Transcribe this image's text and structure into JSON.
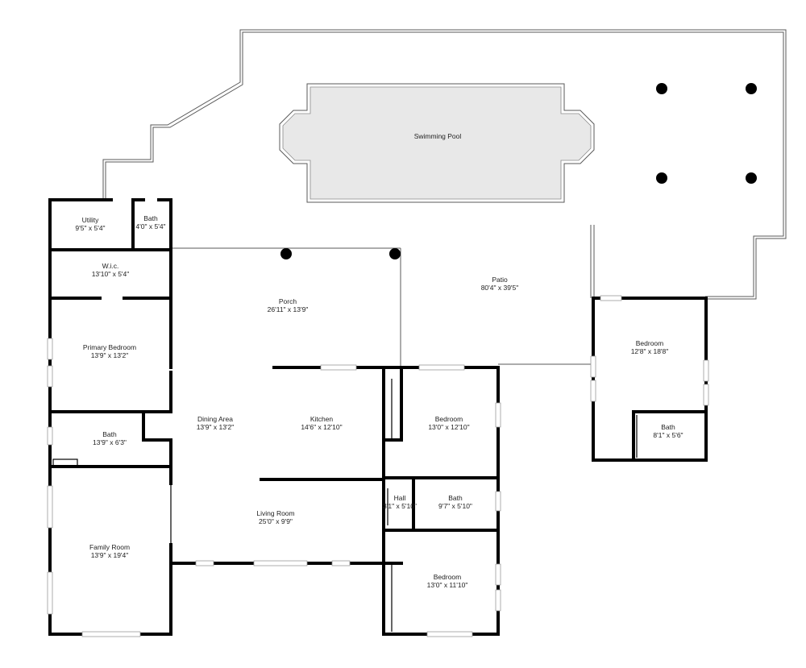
{
  "plan": {
    "colors": {
      "wall": "#000000",
      "outline": "#5a5a5a",
      "pool_fill": "#e8e8e8",
      "background": "#ffffff"
    },
    "rooms": {
      "swimming_pool": {
        "name": "Swimming Pool",
        "dims": ""
      },
      "patio": {
        "name": "Patio",
        "dims": "80'4\" x 39'5\""
      },
      "utility": {
        "name": "Utility",
        "dims": "9'5\" x 5'4\""
      },
      "bath_top": {
        "name": "Bath",
        "dims": "4'0\" x 5'4\""
      },
      "wic": {
        "name": "W.i.c.",
        "dims": "13'10\" x 5'4\""
      },
      "porch": {
        "name": "Porch",
        "dims": "26'11\" x 13'9\""
      },
      "primary_bedroom": {
        "name": "Primary Bedroom",
        "dims": "13'9\" x 13'2\""
      },
      "dining_area": {
        "name": "Dining Area",
        "dims": "13'9\" x 13'2\""
      },
      "kitchen": {
        "name": "Kitchen",
        "dims": "14'6\" x 12'10\""
      },
      "bedroom_mid": {
        "name": "Bedroom",
        "dims": "13'0\" x 12'10\""
      },
      "bedroom_right": {
        "name": "Bedroom",
        "dims": "12'8\" x 18'8\""
      },
      "bath_right": {
        "name": "Bath",
        "dims": "8'1\" x 5'6\""
      },
      "bath_left": {
        "name": "Bath",
        "dims": "13'9\" x 6'3\""
      },
      "hall": {
        "name": "Hall",
        "dims": "3'1\" x 5'10\""
      },
      "bath_mid": {
        "name": "Bath",
        "dims": "9'7\" x 5'10\""
      },
      "living_room": {
        "name": "Living Room",
        "dims": "25'0\" x 9'9\""
      },
      "family_room": {
        "name": "Family Room",
        "dims": "13'9\" x 19'4\""
      },
      "bedroom_bottom": {
        "name": "Bedroom",
        "dims": "13'0\" x 11'10\""
      }
    }
  }
}
